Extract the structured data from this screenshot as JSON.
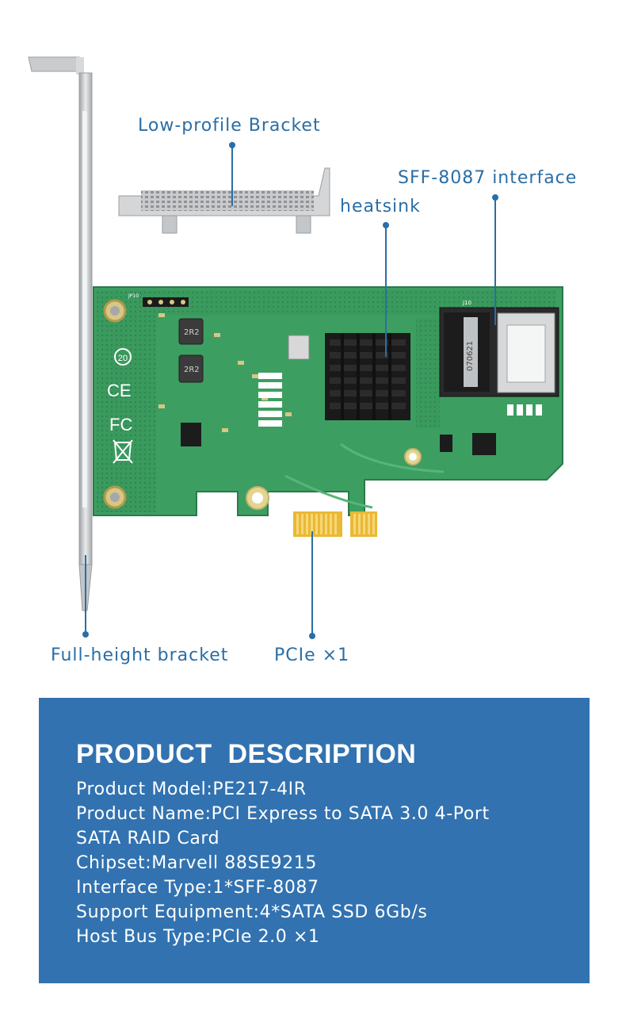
{
  "callouts": {
    "low_profile": "Low-profile Bracket",
    "sff": "SFF-8087 interface",
    "heatsink": "heatsink",
    "full_height": "Full-height bracket",
    "pcie": "PCIe ×1"
  },
  "board": {
    "jp10": "JP10",
    "inductor_1": "2R2",
    "inductor_2": "2R2",
    "port_code": "070621",
    "j10": "J10",
    "ce": "CE",
    "fc": "FC"
  },
  "colors": {
    "accent": "#2a6ea6",
    "panel": "#3272b0",
    "pcb": "#3a9a5e"
  },
  "description": {
    "title": "PRODUCT  DESCRIPTION",
    "lines": [
      "Product Model:PE217-4IR",
      "Product Name:PCI Express to SATA 3.0 4-Port",
      "SATA RAID Card",
      "Chipset:Marvell 88SE9215",
      "Interface Type:1*SFF-8087",
      "Support Equipment:4*SATA SSD 6Gb/s",
      "Host Bus Type:PCIe 2.0 ×1"
    ]
  }
}
